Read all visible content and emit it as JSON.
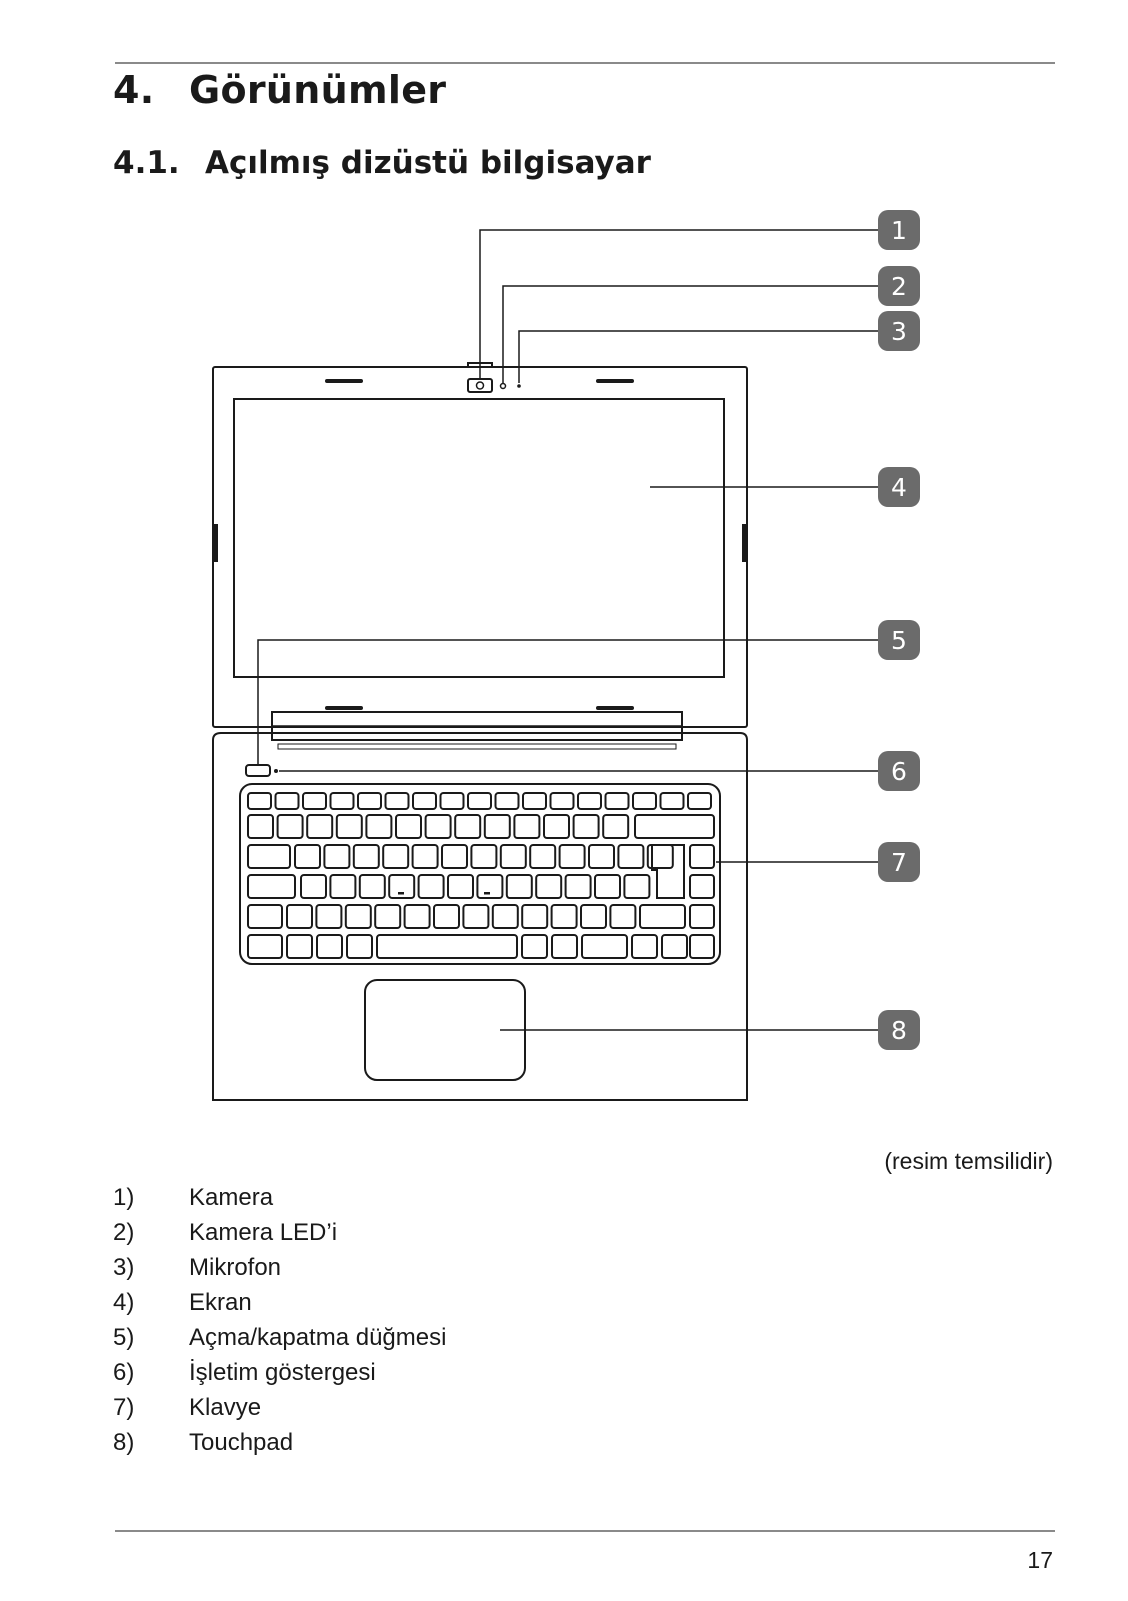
{
  "heading": {
    "number": "4.",
    "title": "Görünümler"
  },
  "subheading": {
    "number": "4.1.",
    "title": "Açılmış dizüstü bilgisayar"
  },
  "figure": {
    "callouts": [
      "1",
      "2",
      "3",
      "4",
      "5",
      "6",
      "7",
      "8"
    ],
    "colors": {
      "badge": "#6b6b6b",
      "line": "#1a1a1a"
    }
  },
  "caption": "(resim temsilidir)",
  "legend": [
    {
      "num": "1)",
      "label": "Kamera"
    },
    {
      "num": "2)",
      "label": "Kamera LED’i"
    },
    {
      "num": "3)",
      "label": "Mikrofon"
    },
    {
      "num": "4)",
      "label": "Ekran"
    },
    {
      "num": "5)",
      "label": "Açma/kapatma düğmesi"
    },
    {
      "num": "6)",
      "label": "İşletim göstergesi"
    },
    {
      "num": "7)",
      "label": "Klavye"
    },
    {
      "num": "8)",
      "label": "Touchpad"
    }
  ],
  "page_number": "17"
}
